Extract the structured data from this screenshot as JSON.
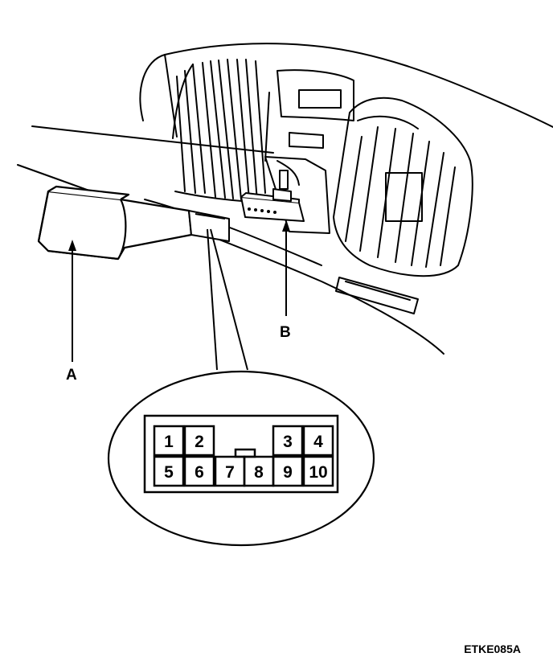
{
  "callouts": {
    "a": "A",
    "b": "B"
  },
  "connector": {
    "top_row": [
      "1",
      "2",
      "3",
      "4"
    ],
    "bottom_row": [
      "5",
      "6",
      "7",
      "8",
      "9",
      "10"
    ]
  },
  "figure_code": "ETKE085A",
  "colors": {
    "line": "#000000",
    "background": "#ffffff"
  }
}
